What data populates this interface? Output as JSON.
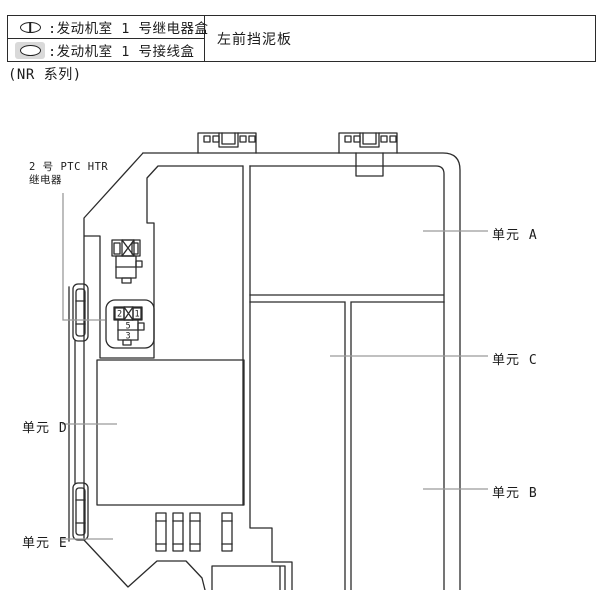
{
  "legend": {
    "rows": [
      {
        "icon": "relay-box-oval-icon",
        "label": ":发动机室 1 号继电器盒"
      },
      {
        "icon": "junction-box-oval-icon",
        "label": ":发动机室 1 号接线盒"
      }
    ],
    "location": "左前挡泥板",
    "series_note": "(NR 系列)"
  },
  "diagram": {
    "labels": {
      "relay_line1": "2 号 PTC HTR",
      "relay_line2": "继电器",
      "unit_a": "单元 A",
      "unit_b": "单元 B",
      "unit_c": "单元 C",
      "unit_d": "单元 D",
      "unit_e": "单元 E"
    },
    "connector_pins": {
      "pin1": "1",
      "pin2": "2",
      "pin3": "3",
      "pin5": "5"
    },
    "colors": {
      "line": "#2b2b2b",
      "leader": "#9a9a9a",
      "shade": "#d9d9d9"
    }
  }
}
